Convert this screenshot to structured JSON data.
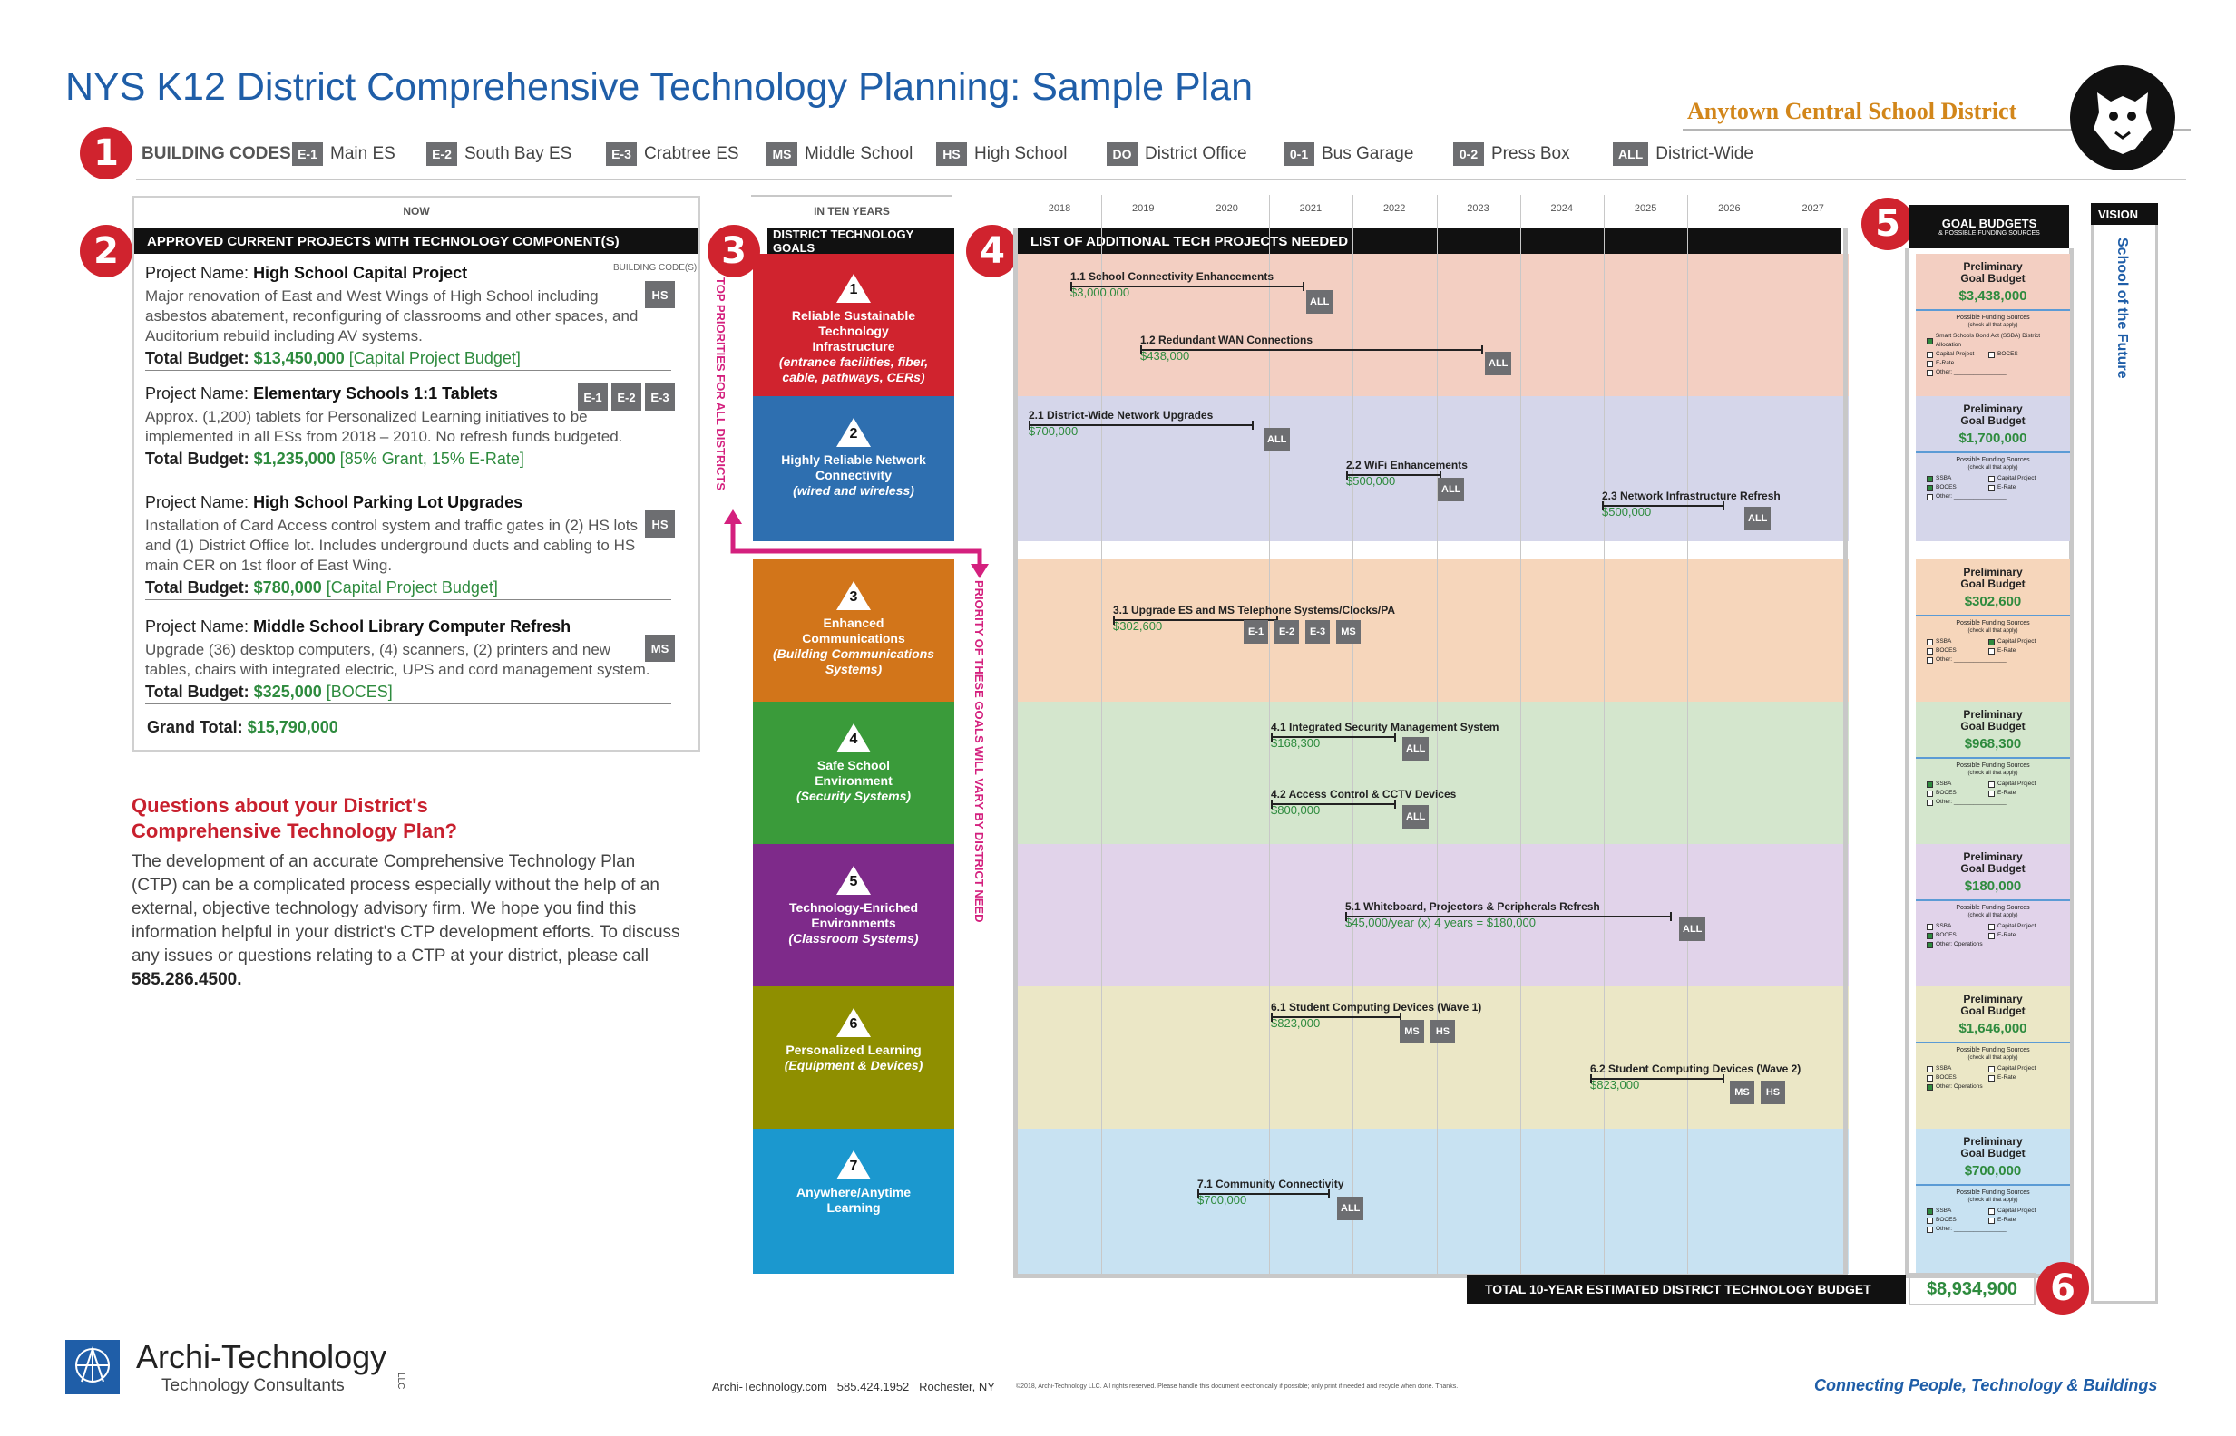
{
  "header": {
    "title": "NYS K12 District Comprehensive Technology Planning: Sample Plan",
    "district": "Anytown Central School District"
  },
  "building_codes": {
    "label": "BUILDING CODES",
    "items": [
      {
        "code": "E-1",
        "name": "Main ES"
      },
      {
        "code": "E-2",
        "name": "South Bay ES"
      },
      {
        "code": "E-3",
        "name": "Crabtree ES"
      },
      {
        "code": "MS",
        "name": "Middle School"
      },
      {
        "code": "HS",
        "name": "High School"
      },
      {
        "code": "DO",
        "name": "District Office"
      },
      {
        "code": "0-1",
        "name": "Bus Garage"
      },
      {
        "code": "0-2",
        "name": "Press Box"
      },
      {
        "code": "ALL",
        "name": "District-Wide"
      }
    ]
  },
  "section_numbers": [
    "1",
    "2",
    "3",
    "4",
    "5",
    "6"
  ],
  "now": {
    "label": "NOW",
    "header": "APPROVED CURRENT PROJECTS WITH TECHNOLOGY COMPONENT(S)",
    "codes_label": "BUILDING CODE(S)",
    "projects": [
      {
        "name_label": "Project Name:",
        "name": "High School Capital Project",
        "desc": "Major renovation of East and West Wings of High School including asbestos abatement, reconfiguring of classrooms and other spaces, and Auditorium rebuild including AV systems.",
        "budget_label": "Total Budget:",
        "budget": "$13,450,000",
        "source": "[Capital Project Budget]",
        "codes": [
          "HS"
        ]
      },
      {
        "name_label": "Project Name:",
        "name": "Elementary Schools 1:1 Tablets",
        "desc": "Approx. (1,200) tablets for Personalized Learning initiatives to be implemented in all ESs from 2018 – 2010. No refresh funds budgeted.",
        "budget_label": "Total Budget:",
        "budget": "$1,235,000",
        "source": "[85% Grant, 15% E-Rate]",
        "codes": [
          "E-1",
          "E-2",
          "E-3"
        ]
      },
      {
        "name_label": "Project Name:",
        "name": "High School Parking Lot Upgrades",
        "desc": "Installation of Card Access control system and traffic gates in (2) HS lots and (1) District Office lot. Includes underground ducts and cabling to HS main CER on 1st floor of East Wing.",
        "budget_label": "Total Budget:",
        "budget": "$780,000",
        "source": "[Capital Project Budget]",
        "codes": [
          "HS"
        ]
      },
      {
        "name_label": "Project Name:",
        "name": "Middle School Library Computer Refresh",
        "desc": "Upgrade (36) desktop computers, (4) scanners, (2) printers and new tables, chairs with integrated electric, UPS and cord management system.",
        "budget_label": "Total Budget:",
        "budget": "$325,000",
        "source": "[BOCES]",
        "codes": [
          "MS"
        ]
      }
    ],
    "grand_total_label": "Grand Total:",
    "grand_total": "$15,790,000"
  },
  "questions": {
    "title": "Questions about your District's Comprehensive Technology Plan?",
    "body": "The development of an accurate Comprehensive Technology Plan (CTP) can be a complicated process especially without the help of an external, objective technology advisory firm. We hope you find this information helpful in your district's CTP development efforts. To discuss any issues or questions relating to a CTP at your district, please call",
    "phone": "585.286.4500."
  },
  "goals": {
    "label": "IN TEN YEARS",
    "header": "DISTRICT TECHNOLOGY GOALS",
    "side_top": "TOP PRIORITIES FOR ALL DISTRICTS",
    "side_bottom": "PRIORITY OF THESE GOALS WILL VARY BY DISTRICT NEED",
    "items": [
      {
        "n": "1",
        "title": "Reliable Sustainable Technology Infrastructure",
        "sub": "(entrance facilities, fiber, cable, pathways, CERs)",
        "color": "#d0232e"
      },
      {
        "n": "2",
        "title": "Highly Reliable Network Connectivity",
        "sub": "(wired and wireless)",
        "color": "#2e6fb0"
      },
      {
        "n": "3",
        "title": "Enhanced Communications",
        "sub": "(Building Communications Systems)",
        "color": "#d2751a"
      },
      {
        "n": "4",
        "title": "Safe School Environment",
        "sub": "(Security Systems)",
        "color": "#3a9b3a"
      },
      {
        "n": "5",
        "title": "Technology-Enriched Environments",
        "sub": "(Classroom Systems)",
        "color": "#7e2a8a"
      },
      {
        "n": "6",
        "title": "Personalized Learning",
        "sub": "(Equipment & Devices)",
        "color": "#8f8f00"
      },
      {
        "n": "7",
        "title": "Anywhere/Anytime Learning",
        "sub": "",
        "color": "#1b98cf"
      }
    ]
  },
  "timeline": {
    "header": "LIST OF ADDITIONAL TECH PROJECTS NEEDED",
    "years": [
      "2018",
      "2019",
      "2020",
      "2021",
      "2022",
      "2023",
      "2024",
      "2025",
      "2026",
      "2027"
    ],
    "projects": [
      {
        "label": "1.1 School Connectivity Enhancements",
        "cost": "$3,000,000",
        "tags": [
          "ALL"
        ]
      },
      {
        "label": "1.2 Redundant WAN Connections",
        "cost": "$438,000",
        "tags": [
          "ALL"
        ]
      },
      {
        "label": "2.1 District-Wide Network Upgrades",
        "cost": "$700,000",
        "tags": [
          "ALL"
        ]
      },
      {
        "label": "2.2 WiFi Enhancements",
        "cost": "$500,000",
        "tags": [
          "ALL"
        ]
      },
      {
        "label": "2.3 Network Infrastructure Refresh",
        "cost": "$500,000",
        "tags": [
          "ALL"
        ]
      },
      {
        "label": "3.1 Upgrade ES and MS Telephone Systems/Clocks/PA",
        "cost": "$302,600",
        "tags": [
          "E-1",
          "E-2",
          "E-3",
          "MS"
        ]
      },
      {
        "label": "4.1 Integrated Security Management System",
        "cost": "$168,300",
        "tags": [
          "ALL"
        ]
      },
      {
        "label": "4.2 Access Control & CCTV Devices",
        "cost": "$800,000",
        "tags": [
          "ALL"
        ]
      },
      {
        "label": "5.1 Whiteboard, Projectors & Peripherals Refresh",
        "cost": "$45,000/year (x) 4 years = $180,000",
        "tags": [
          "ALL"
        ]
      },
      {
        "label": "6.1 Student Computing Devices (Wave 1)",
        "cost": "$823,000",
        "tags": [
          "MS",
          "HS"
        ]
      },
      {
        "label": "6.2 Student Computing Devices (Wave 2)",
        "cost": "$823,000",
        "tags": [
          "MS",
          "HS"
        ]
      },
      {
        "label": "7.1 Community Connectivity",
        "cost": "$700,000",
        "tags": [
          "ALL"
        ]
      }
    ]
  },
  "budgets": {
    "header": "GOAL BUDGETS",
    "sub": "& POSSIBLE FUNDING SOURCES",
    "pg": "Preliminary Goal Budget",
    "fs_title": "Possible Funding Sources",
    "fs_sub": "(check all that apply)",
    "items": [
      {
        "amount": "$3,438,000",
        "sources": [
          "Smart Schools Bond Act (SSBA) District Allocation",
          "Capital Project",
          "BOCES",
          "E-Rate",
          "Other: ________________"
        ],
        "checked": [
          0
        ]
      },
      {
        "amount": "$1,700,000",
        "sources": [
          "SSBA",
          "Capital Project",
          "BOCES",
          "E-Rate",
          "Other: ________________"
        ],
        "checked": [
          0,
          2
        ]
      },
      {
        "amount": "$302,600",
        "sources": [
          "SSBA",
          "Capital Project",
          "BOCES",
          "E-Rate",
          "Other: ________________"
        ],
        "checked": [
          1
        ]
      },
      {
        "amount": "$968,300",
        "sources": [
          "SSBA",
          "Capital Project",
          "BOCES",
          "E-Rate",
          "Other: ________________"
        ],
        "checked": [
          0
        ]
      },
      {
        "amount": "$180,000",
        "sources": [
          "SSBA",
          "Capital Project",
          "BOCES",
          "E-Rate",
          "Other: Operations"
        ],
        "checked": [
          2,
          4
        ]
      },
      {
        "amount": "$1,646,000",
        "sources": [
          "SSBA",
          "Capital Project",
          "BOCES",
          "E-Rate",
          "Other: Operations"
        ],
        "checked": [
          4
        ]
      },
      {
        "amount": "$700,000",
        "sources": [
          "SSBA",
          "Capital Project",
          "BOCES",
          "E-Rate",
          "Other: ________________"
        ],
        "checked": [
          0
        ]
      }
    ],
    "total_label": "TOTAL 10-YEAR ESTIMATED DISTRICT TECHNOLOGY BUDGET",
    "total": "$8,934,900"
  },
  "vision": {
    "label": "VISION",
    "text": "School of the Future"
  },
  "footer": {
    "brand": "Archi-Technology",
    "brand_sub": "Technology Consultants",
    "llc": "LLC",
    "site": "Archi-Technology.com",
    "phone": "585.424.1952",
    "city": "Rochester, NY",
    "legal": "©2018, Archi-Technology LLC. All rights reserved. Please handle this document electronically if possible; only print if needed and recycle when done. Thanks.",
    "tagline": "Connecting People, Technology & Buildings"
  }
}
